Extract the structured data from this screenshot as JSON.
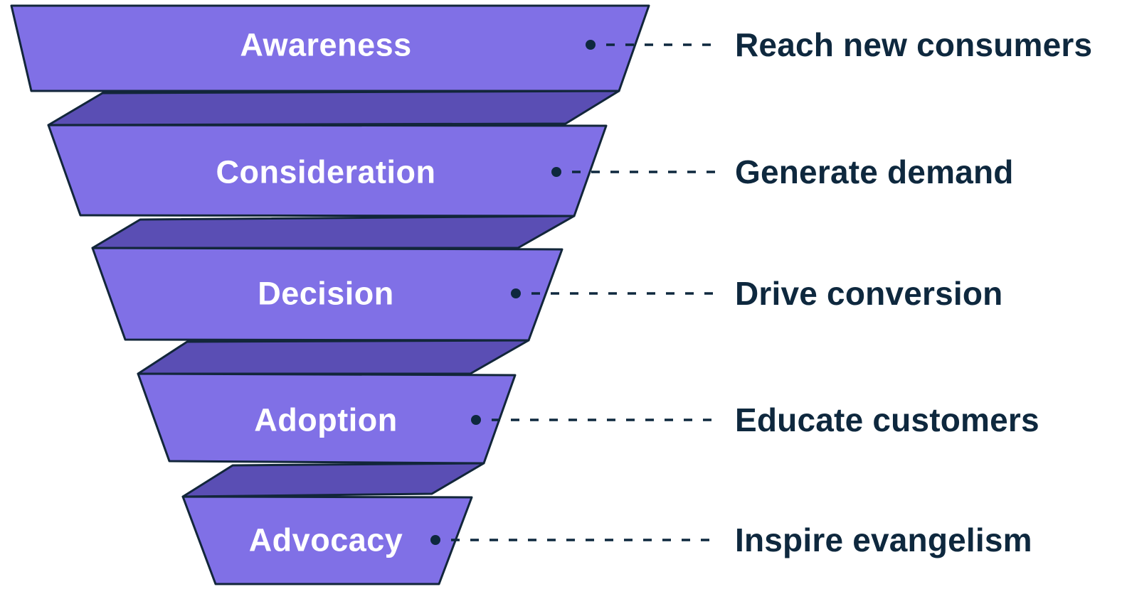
{
  "diagram": {
    "type": "marketing-funnel",
    "stages": [
      {
        "label": "Awareness",
        "description": "Reach new consumers"
      },
      {
        "label": "Consideration",
        "description": "Generate demand"
      },
      {
        "label": "Decision",
        "description": "Drive conversion"
      },
      {
        "label": "Adoption",
        "description": "Educate customers"
      },
      {
        "label": "Advocacy",
        "description": "Inspire evangelism"
      }
    ]
  },
  "colors": {
    "stage_fill": "#8070E6",
    "fold_fill": "#5A4EB4",
    "outline": "#12263A",
    "stage_text": "#FFFFFF",
    "description_text": "#0E283E",
    "background": "#FFFFFF"
  }
}
